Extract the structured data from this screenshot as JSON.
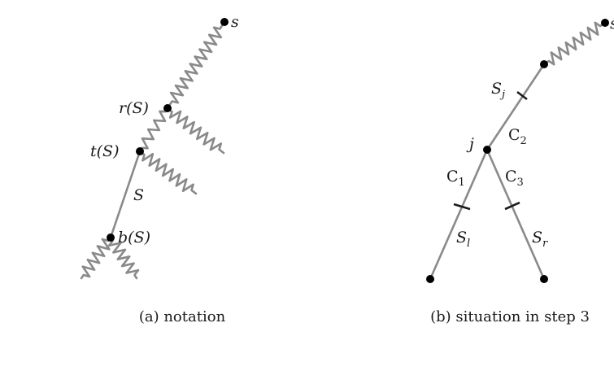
{
  "left_panel": {
    "caption": "(a) notation",
    "labels": {
      "s": "s",
      "r": "r(S)",
      "t": "t(S)",
      "S": "S",
      "b": "b(S)"
    }
  },
  "right_panel": {
    "caption": "(b) situation in step 3",
    "labels": {
      "s": "s",
      "Sj": "S",
      "Sj_sub": "j",
      "j": "j",
      "C2": "C",
      "C2_sub": "2",
      "C1": "C",
      "C1_sub": "1",
      "C3": "C",
      "C3_sub": "3",
      "Sl": "S",
      "Sl_sub": "l",
      "Sr": "S",
      "Sr_sub": "r"
    }
  },
  "colors": {
    "edge": "#8a8a8a",
    "node": "#000000",
    "text": "#1a1a1a"
  }
}
